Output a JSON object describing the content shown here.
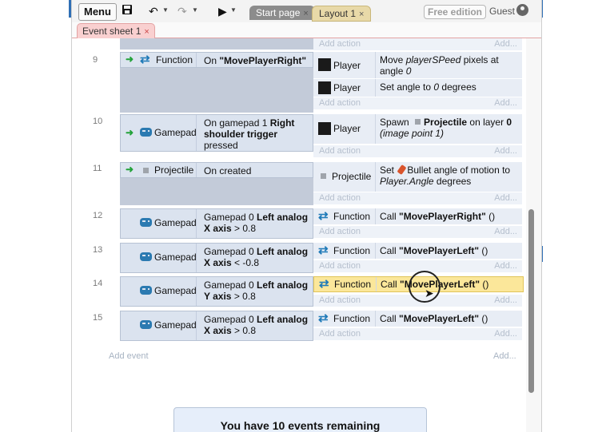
{
  "toolbar": {
    "menu_label": "Menu",
    "tabs": [
      {
        "label": "Start page",
        "close": "×"
      },
      {
        "label": "Layout 1",
        "close": "×"
      }
    ],
    "free_edition": "Free edition",
    "guest": "Guest",
    "icons": [
      "save-icon",
      "undo-icon",
      "redo-icon",
      "play-icon",
      "user-icon"
    ]
  },
  "sheet_tab": {
    "label": "Event sheet 1",
    "close": "×"
  },
  "common": {
    "add_action": "Add action",
    "add_right": "Add...",
    "add_event": "Add event"
  },
  "events": [
    {
      "num": "9",
      "obj": "Function",
      "cond": "On \"MovePlayerRight\"",
      "actions": [
        {
          "obj": "Player",
          "text": "Move playerSPeed pixels at angle 0"
        },
        {
          "obj": "Player",
          "text": "Set angle to 0 degrees"
        }
      ]
    },
    {
      "num": "10",
      "obj": "Gamepad",
      "cond": "On gamepad 1 Right shoulder trigger pressed",
      "actions": [
        {
          "obj": "Player",
          "text": "Spawn Projectile on layer 0 (image point 1)"
        }
      ]
    },
    {
      "num": "11",
      "obj": "Projectile",
      "cond": "On created",
      "actions": [
        {
          "obj": "Projectile",
          "text": "Set Bullet angle of motion to Player.Angle degrees"
        }
      ]
    },
    {
      "num": "12",
      "obj": "Gamepad",
      "cond": "Gamepad 0 Left analog X axis > 0.8",
      "actions": [
        {
          "obj": "Function",
          "text": "Call \"MovePlayerRight\" ()"
        }
      ]
    },
    {
      "num": "13",
      "obj": "Gamepad",
      "cond": "Gamepad 0 Left analog X axis < -0.8",
      "actions": [
        {
          "obj": "Function",
          "text": "Call \"MovePlayerLeft\" ()"
        }
      ]
    },
    {
      "num": "14",
      "obj": "Gamepad",
      "cond": "Gamepad 0 Left analog Y axis > 0.8",
      "actions": [
        {
          "obj": "Function",
          "text": "Call \"MovePlayerLeft\" ()",
          "selected": true
        }
      ]
    },
    {
      "num": "15",
      "obj": "Gamepad",
      "cond": "Gamepad 0 Left analog X axis > 0.8",
      "actions": [
        {
          "obj": "Function",
          "text": "Call \"MovePlayerLeft\" ()"
        }
      ]
    }
  ],
  "banner": "You have 10 events remaining",
  "colors": {
    "accent": "#2f6fb5",
    "selected": "#fbe79a",
    "condition_bg": "#dbe3ef",
    "trigger": "#23a23a"
  }
}
